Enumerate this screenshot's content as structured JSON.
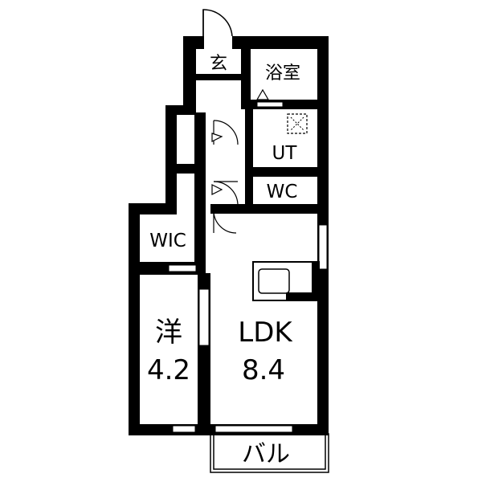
{
  "rooms": {
    "entrance": "玄",
    "bath": "浴室",
    "utility": "UT",
    "toilet": "WC",
    "walk_in_closet": "WIC",
    "western_room": {
      "name": "洋",
      "size": "4.2"
    },
    "ldk": {
      "name": "LDK",
      "size": "8.4"
    },
    "balcony": "バル"
  },
  "colors": {
    "wall": "#000000",
    "background": "#ffffff"
  }
}
